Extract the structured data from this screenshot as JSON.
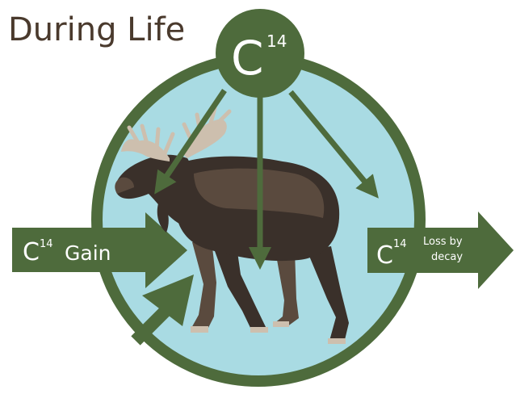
{
  "title": "During Life",
  "carbon_symbol": "C",
  "isotope_number": "14",
  "gain_label": "Gain",
  "loss_label_line1": "Loss by",
  "loss_label_line2": "decay",
  "colors": {
    "green": "#4e6b3c",
    "circle_fill": "#a9dbe3",
    "title": "#4a3a2d",
    "moose_dark": "#3a302a",
    "moose_mid": "#5a4a3e",
    "moose_light": "#cdbfae",
    "white": "#ffffff"
  },
  "icons": {
    "moose": "moose-illustration",
    "arrows": "carbon-flow-arrows"
  }
}
